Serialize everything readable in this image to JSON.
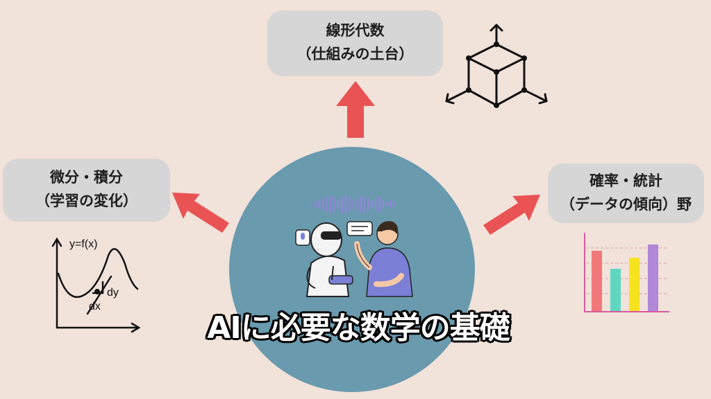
{
  "nodes": {
    "top": {
      "line1": "線形代数",
      "line2": "（仕組みの土台）"
    },
    "left": {
      "line1": "微分・積分",
      "line2": "（学習の変化）"
    },
    "right": {
      "line1": "確率・統計",
      "line2": "（データの傾向）野"
    }
  },
  "center": {
    "title": "AIに必要な数学の基礎"
  },
  "calculus_graph": {
    "function_label": "y=f(x)",
    "dy_label": "dy",
    "dx_label": "dx"
  },
  "bar_chart": {
    "values": [
      0.88,
      0.62,
      0.78,
      0.97
    ],
    "colors": [
      "#f0787a",
      "#5fd6c2",
      "#f6e21f",
      "#b187d8"
    ]
  },
  "colors": {
    "arrow": "#e95353",
    "circle": "#6a9aae",
    "box": "#d6d6d6",
    "background": "#f1e2da"
  }
}
